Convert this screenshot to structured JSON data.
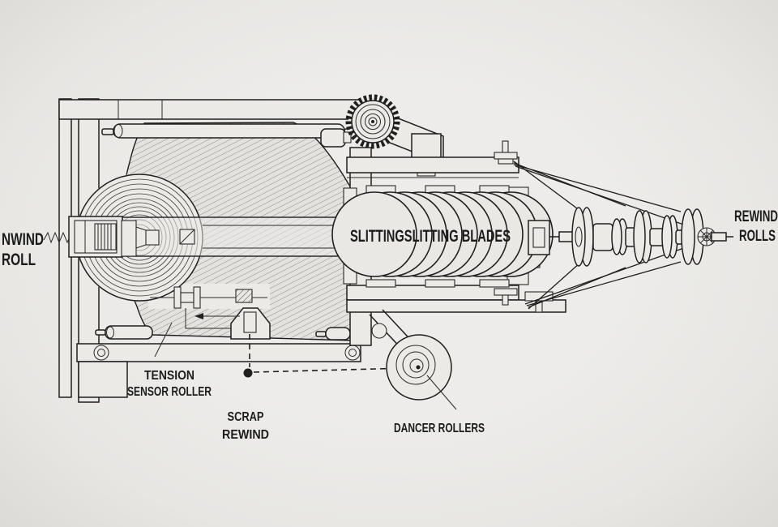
{
  "labels": {
    "unwind": {
      "line1": "NWIND",
      "line2": "ROLL"
    },
    "slitting": {
      "text": "SLITTINGSLITTING BLADES"
    },
    "rewind": {
      "line1": "REWIND",
      "line2": "ROLLS"
    },
    "tension": {
      "line1": "TENSION",
      "line2": "SENSOR ROLLER"
    },
    "scrap": {
      "line1": "SCRAP",
      "line2": "REWIND"
    },
    "dancer": {
      "text": "DANCER ROLLERS"
    }
  },
  "colors": {
    "background": "#e9e8e5",
    "vignette_edge": "#d8d7d4",
    "line": "#1f1f1f",
    "hatch": "#8b8b86",
    "label_text": "#1c1c1c"
  }
}
